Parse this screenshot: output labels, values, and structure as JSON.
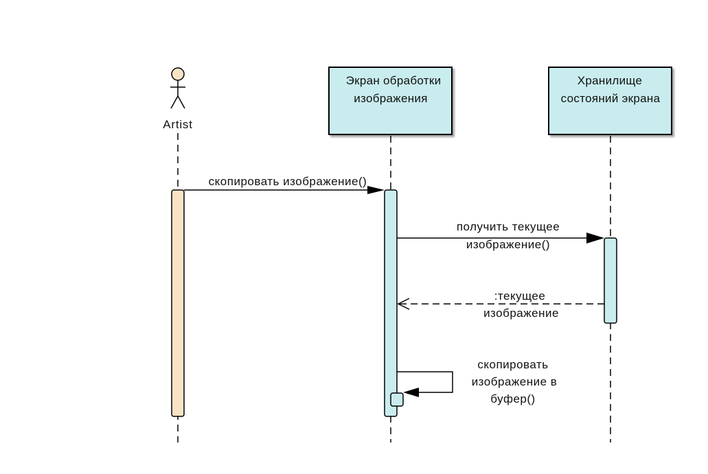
{
  "diagram": {
    "type": "sequence",
    "actor": {
      "name": "Artist"
    },
    "participants": [
      {
        "line1": "Экран обработки",
        "line2": "изображения"
      },
      {
        "line1": "Хранилище",
        "line2": "состояний экрана"
      }
    ],
    "messages": [
      {
        "kind": "call",
        "from": "Artist",
        "to": "Экран обработки изображения",
        "lines": [
          "скопировать изображение()"
        ]
      },
      {
        "kind": "call",
        "from": "Экран обработки изображения",
        "to": "Хранилище состояний экрана",
        "lines": [
          "получить текущее",
          "изображение()"
        ]
      },
      {
        "kind": "return",
        "from": "Хранилище состояний экрана",
        "to": "Экран обработки изображения",
        "lines": [
          ":текущее",
          "изображение"
        ]
      },
      {
        "kind": "self",
        "from": "Экран обработки изображения",
        "to": "Экран обработки изображения",
        "lines": [
          "скопировать",
          "изображение в",
          "буфер()"
        ]
      }
    ],
    "colors": {
      "participant_fill": "#c9ecef",
      "actor_head_fill": "#f8e3c5",
      "actor_activation_fill": "#f8e3c5",
      "activation_fill": "#c9ecef",
      "line": "#000000"
    }
  }
}
